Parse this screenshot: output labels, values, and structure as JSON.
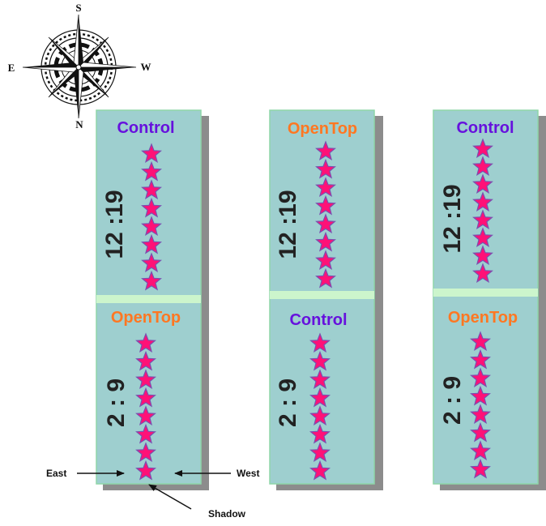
{
  "compass": {
    "north": "N",
    "south": "S",
    "east": "E",
    "west": "W"
  },
  "columns": [
    {
      "top": {
        "label": "Control",
        "ratio": "12 :19",
        "stars": 8
      },
      "bottom": {
        "label": "OpenTop",
        "ratio": "2 : 9",
        "stars": 8
      }
    },
    {
      "top": {
        "label": "OpenTop",
        "ratio": "12 :19",
        "stars": 8
      },
      "bottom": {
        "label": "Control",
        "ratio": "2 : 9",
        "stars": 8
      }
    },
    {
      "top": {
        "label": "Control",
        "ratio": "12 :19",
        "stars": 8
      },
      "bottom": {
        "label": "OpenTop",
        "ratio": "2 : 9",
        "stars": 8
      }
    }
  ],
  "annotations": {
    "east": "East",
    "west": "West",
    "shadow": "Shadow"
  },
  "colors": {
    "control_label": "#6611dd",
    "opentop_label": "#ff7722",
    "panel": "#9ecfcf",
    "divider": "#ccf5cc",
    "star_fill": "#ff1177",
    "star_stroke": "#7a4fb0",
    "shadow": "#8c8c8c"
  }
}
